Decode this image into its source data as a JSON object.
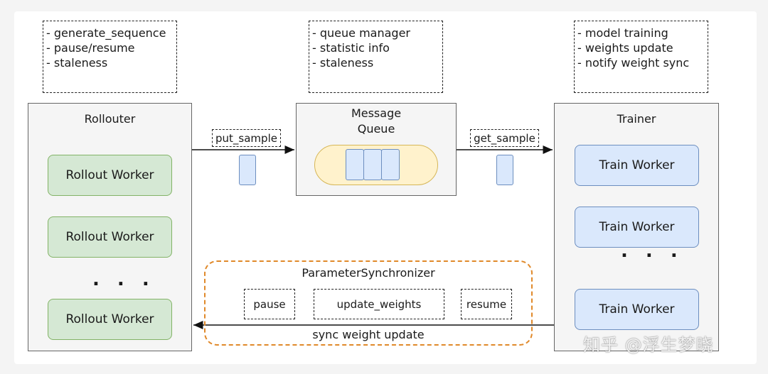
{
  "notes": {
    "rollouter": [
      "- generate_sequence",
      "- pause/resume",
      "- staleness"
    ],
    "queue": [
      "- queue manager",
      "- statistic info",
      "- staleness"
    ],
    "trainer": [
      "- model training",
      "- weights update",
      "- notify weight sync"
    ]
  },
  "rollouter": {
    "title": "Rollouter",
    "workers": [
      "Rollout Worker",
      "Rollout Worker",
      "Rollout Worker"
    ],
    "ellipsis": ". . ."
  },
  "message_queue": {
    "title_line1": "Message",
    "title_line2": "Queue"
  },
  "trainer": {
    "title": "Trainer",
    "workers": [
      "Train Worker",
      "Train Worker",
      "Train Worker"
    ],
    "ellipsis": ". . ."
  },
  "edges": {
    "put_sample": "put_sample",
    "get_sample": "get_sample"
  },
  "synchronizer": {
    "title": "ParameterSynchronizer",
    "pause": "pause",
    "update_weights": "update_weights",
    "resume": "resume",
    "arrow_label": "sync weight update"
  },
  "watermark": "知乎 @浮生梦晓",
  "colors": {
    "rollout_fill": "#d5e8d4",
    "rollout_border": "#82b366",
    "train_fill": "#dae8fc",
    "train_border": "#6c8ebf",
    "queue_fill": "#fff2cc",
    "queue_border": "#d6b656",
    "sync_border": "#e0892a"
  }
}
